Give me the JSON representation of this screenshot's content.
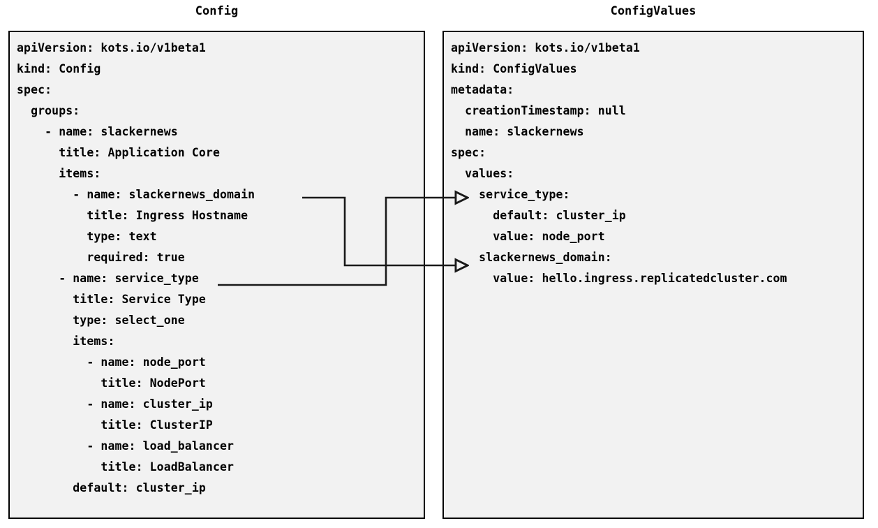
{
  "diagram": {
    "title_left": "Config",
    "title_right": "ConfigValues",
    "background": "#ffffff",
    "panel_fill": "#f2f2f2",
    "panel_stroke": "#000000",
    "text_color": "#000000",
    "connector_color": "#1a1a1a"
  },
  "config_panel": {
    "title": "Config",
    "lines": [
      "apiVersion: kots.io/v1beta1",
      "kind: Config",
      "spec:",
      "  groups:",
      "    - name: slackernews",
      "      title: Application Core",
      "      items:",
      "        - name: slackernews_domain",
      "          title: Ingress Hostname",
      "          type: text",
      "          required: true",
      "      - name: service_type",
      "        title: Service Type",
      "        type: select_one",
      "        items:",
      "          - name: node_port",
      "            title: NodePort",
      "          - name: cluster_ip",
      "            title: ClusterIP",
      "          - name: load_balancer",
      "            title: LoadBalancer",
      "        default: cluster_ip"
    ]
  },
  "configvalues_panel": {
    "title": "ConfigValues",
    "lines": [
      "apiVersion: kots.io/v1beta1",
      "kind: ConfigValues",
      "metadata:",
      "  creationTimestamp: null",
      "  name: slackernews",
      "spec:",
      "  values:",
      "    service_type:",
      "      default: cluster_ip",
      "      value: node_port",
      "    slackernews_domain:",
      "      value: hello.ingress.replicatedcluster.com"
    ]
  },
  "connectors": [
    {
      "name": "slackernews-domain-link",
      "from_label": "slackernews_domain",
      "to_label": "slackernews_domain:",
      "from_side": "config.items[0].name",
      "to_side": "configvalues.values.slackernews_domain"
    },
    {
      "name": "service-type-link",
      "from_label": "service_type",
      "to_label": "service_type:",
      "from_side": "config.groups[0].items[1].name",
      "to_side": "configvalues.values.service_type"
    }
  ]
}
